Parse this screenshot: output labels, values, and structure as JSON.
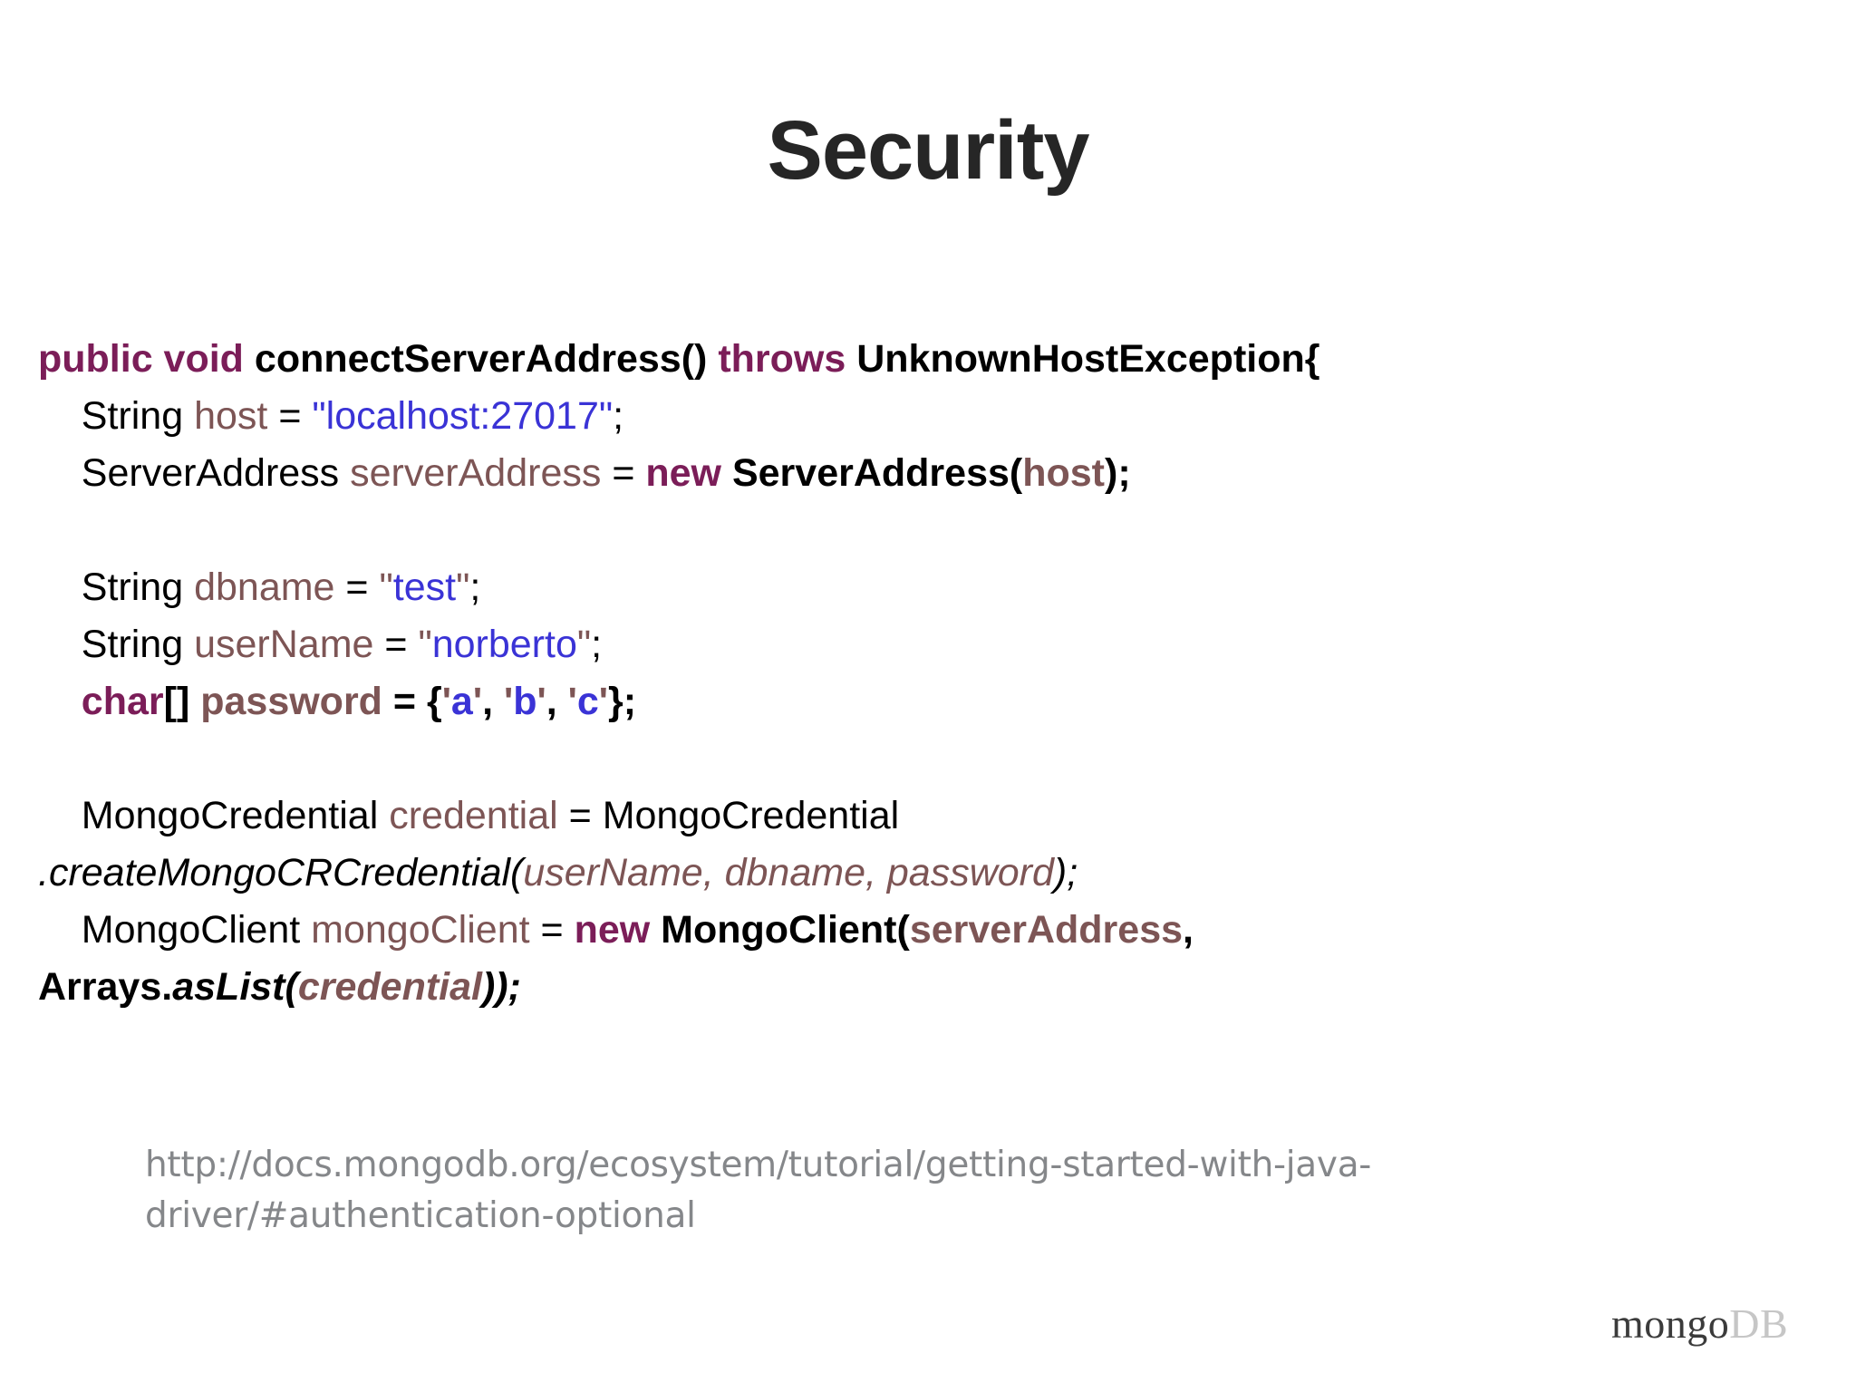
{
  "slide": {
    "title": "Security",
    "background_color": "#ffffff"
  },
  "colors": {
    "keyword": "#7b1d58",
    "variable": "#7d5555",
    "string": "#3a33d6",
    "plain": "#000000",
    "caption": "#85878a",
    "logo_dark": "#3b3b3b",
    "logo_light": "#c6c6c6"
  },
  "code": {
    "language": "java",
    "full_text": "public void connectServerAddress() throws UnknownHostException{\n    String host = \"localhost:27017\";\n    ServerAddress serverAddress = new ServerAddress(host);\n\n    String dbname = \"test\";\n    String userName = \"norberto\";\n    char[] password = {'a', 'b', 'c'};\n\n    MongoCredential credential = MongoCredential\n.createMongoCRCredential(userName, dbname, password);\n    MongoClient mongoClient = new MongoClient(serverAddress,\nArrays.asList(credential));",
    "lines": [
      {
        "id": "line-signature",
        "tokens": [
          {
            "text": "public void ",
            "kind": "keyword"
          },
          {
            "text": "connectServerAddress() ",
            "kind": "plain-bold"
          },
          {
            "text": "throws ",
            "kind": "keyword"
          },
          {
            "text": "UnknownHostException{",
            "kind": "plain-bold"
          }
        ]
      },
      {
        "id": "line-host",
        "tokens": [
          {
            "text": "    String ",
            "kind": "type"
          },
          {
            "text": "host ",
            "kind": "variable"
          },
          {
            "text": "= ",
            "kind": "plain"
          },
          {
            "text": "\"localhost:27017\"",
            "kind": "string"
          },
          {
            "text": ";",
            "kind": "plain"
          }
        ]
      },
      {
        "id": "line-serveraddress",
        "tokens": [
          {
            "text": "    ServerAddress ",
            "kind": "type"
          },
          {
            "text": "serverAddress ",
            "kind": "variable"
          },
          {
            "text": "= ",
            "kind": "plain"
          },
          {
            "text": "new ",
            "kind": "keyword"
          },
          {
            "text": "ServerAddress(",
            "kind": "plain-bold"
          },
          {
            "text": "host",
            "kind": "variable-bold"
          },
          {
            "text": ");",
            "kind": "plain-bold"
          }
        ]
      },
      {
        "id": "line-blank-1",
        "tokens": []
      },
      {
        "id": "line-dbname",
        "tokens": [
          {
            "text": "    String ",
            "kind": "type"
          },
          {
            "text": "dbname ",
            "kind": "variable"
          },
          {
            "text": "= ",
            "kind": "plain"
          },
          {
            "text": "\"",
            "kind": "string-quote"
          },
          {
            "text": "test",
            "kind": "string"
          },
          {
            "text": "\"",
            "kind": "string-quote"
          },
          {
            "text": ";",
            "kind": "plain"
          }
        ]
      },
      {
        "id": "line-username",
        "tokens": [
          {
            "text": "    String ",
            "kind": "type"
          },
          {
            "text": "userName ",
            "kind": "variable"
          },
          {
            "text": "= ",
            "kind": "plain"
          },
          {
            "text": "\"",
            "kind": "string-quote"
          },
          {
            "text": "norberto",
            "kind": "string"
          },
          {
            "text": "\"",
            "kind": "string-quote"
          },
          {
            "text": ";",
            "kind": "plain"
          }
        ]
      },
      {
        "id": "line-password",
        "tokens": [
          {
            "text": "    char",
            "kind": "keyword"
          },
          {
            "text": "[] ",
            "kind": "plain-bold"
          },
          {
            "text": "password ",
            "kind": "variable-bold"
          },
          {
            "text": "= {",
            "kind": "plain-bold"
          },
          {
            "text": "'",
            "kind": "string-quote-bold"
          },
          {
            "text": "a",
            "kind": "string-bold"
          },
          {
            "text": "'",
            "kind": "string-quote-bold"
          },
          {
            "text": ", ",
            "kind": "plain-bold"
          },
          {
            "text": "'",
            "kind": "string-quote-bold"
          },
          {
            "text": "b",
            "kind": "string-bold"
          },
          {
            "text": "'",
            "kind": "string-quote-bold"
          },
          {
            "text": ", ",
            "kind": "plain-bold"
          },
          {
            "text": "'",
            "kind": "string-quote-bold"
          },
          {
            "text": "c",
            "kind": "string-bold"
          },
          {
            "text": "'",
            "kind": "string-quote-bold"
          },
          {
            "text": "};",
            "kind": "plain-bold"
          }
        ]
      },
      {
        "id": "line-blank-2",
        "tokens": []
      },
      {
        "id": "line-credential",
        "tokens": [
          {
            "text": "    MongoCredential ",
            "kind": "type"
          },
          {
            "text": "credential ",
            "kind": "variable"
          },
          {
            "text": "= ",
            "kind": "plain"
          },
          {
            "text": "MongoCredential",
            "kind": "type"
          }
        ]
      },
      {
        "id": "line-createcredential",
        "tokens": [
          {
            "text": ".createMongoCRCredential(",
            "kind": "plain-italic"
          },
          {
            "text": "userName, dbname, password",
            "kind": "variable-italic"
          },
          {
            "text": ");",
            "kind": "plain-italic"
          }
        ]
      },
      {
        "id": "line-mongoclient",
        "tokens": [
          {
            "text": "    MongoClient ",
            "kind": "type"
          },
          {
            "text": "mongoClient ",
            "kind": "variable"
          },
          {
            "text": "= ",
            "kind": "plain"
          },
          {
            "text": "new ",
            "kind": "keyword"
          },
          {
            "text": "MongoClient(",
            "kind": "plain-bold"
          },
          {
            "text": "serverAddress",
            "kind": "variable-bold"
          },
          {
            "text": ",",
            "kind": "plain-bold"
          }
        ]
      },
      {
        "id": "line-aslist",
        "tokens": [
          {
            "text": "Arrays.",
            "kind": "plain-bold"
          },
          {
            "text": "asList(",
            "kind": "plain-bold-italic"
          },
          {
            "text": "credential",
            "kind": "variable-bold-italic"
          },
          {
            "text": "));",
            "kind": "plain-bold-italic"
          }
        ]
      }
    ]
  },
  "source_url": {
    "line_1": "http://docs.mongodb.org/ecosystem/tutorial/getting-started-with-java-",
    "line_2": "driver/#authentication-optional",
    "full": "http://docs.mongodb.org/ecosystem/tutorial/getting-started-with-java-driver/#authentication-optional"
  },
  "logo": {
    "primary": "mongo",
    "secondary": "DB"
  }
}
